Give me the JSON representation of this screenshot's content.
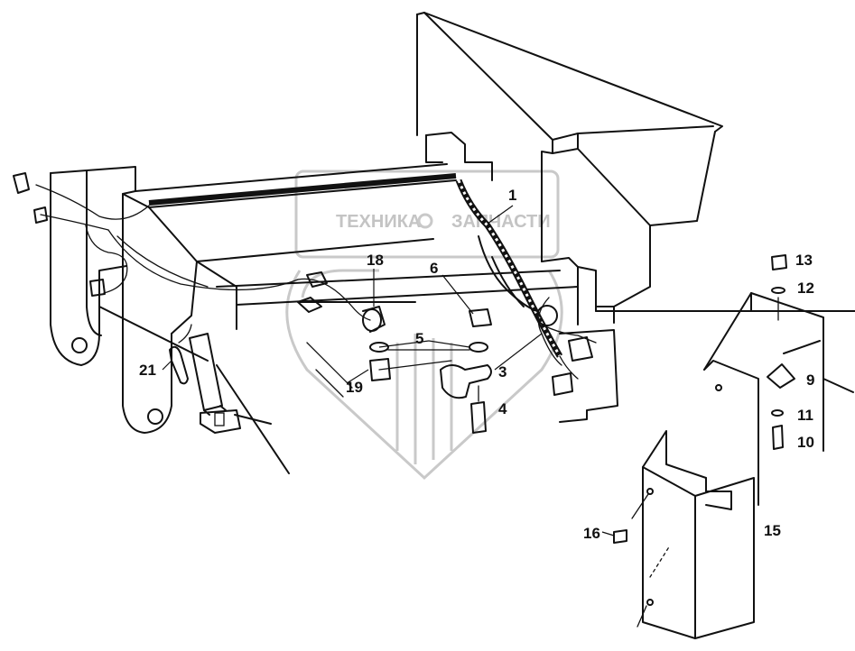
{
  "watermark": {
    "brand_text": "ТЕХНИКА",
    "brand_text_2": "ЗАПЧАСТИ"
  },
  "callouts": [
    {
      "id": "1",
      "label": "1"
    },
    {
      "id": "3",
      "label": "3"
    },
    {
      "id": "4",
      "label": "4"
    },
    {
      "id": "5",
      "label": "5"
    },
    {
      "id": "6",
      "label": "6"
    },
    {
      "id": "9",
      "label": "9"
    },
    {
      "id": "10",
      "label": "10"
    },
    {
      "id": "11",
      "label": "11"
    },
    {
      "id": "12",
      "label": "12"
    },
    {
      "id": "13",
      "label": "13"
    },
    {
      "id": "15",
      "label": "15"
    },
    {
      "id": "16",
      "label": "16"
    },
    {
      "id": "18",
      "label": "18"
    },
    {
      "id": "19",
      "label": "19"
    },
    {
      "id": "21",
      "label": "21"
    }
  ],
  "colors": {
    "line": "#111111",
    "watermark": "#c4c4c4",
    "background": "#ffffff"
  }
}
